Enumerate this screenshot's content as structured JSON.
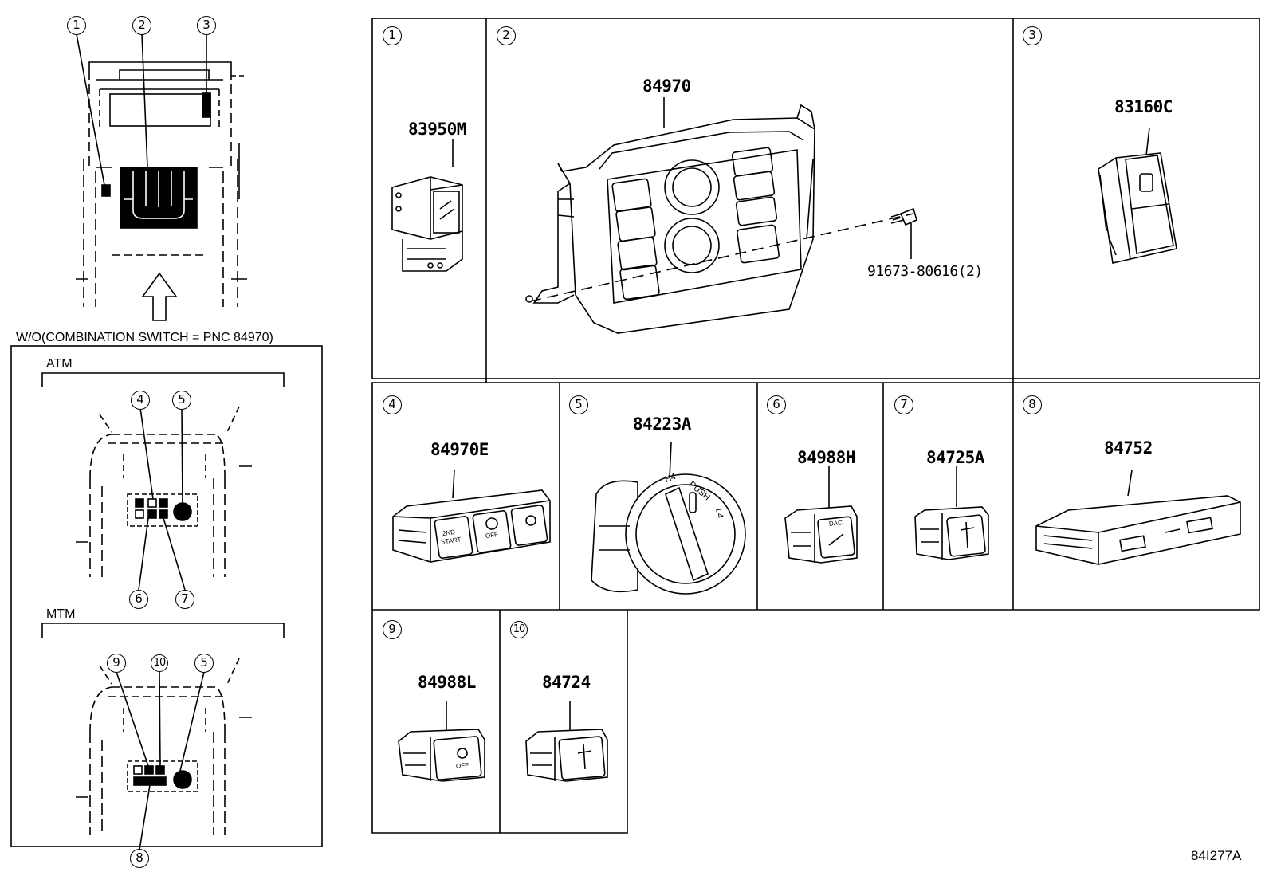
{
  "diagram_id": "84I277A",
  "overview": {
    "callouts": [
      "1",
      "2",
      "3"
    ],
    "caption": "W/O(COMBINATION SWITCH = PNC 84970)"
  },
  "variants": {
    "atm": {
      "label": "ATM",
      "callouts": [
        "4",
        "5",
        "6",
        "7"
      ]
    },
    "mtm": {
      "label": "MTM",
      "callouts": [
        "9",
        "10",
        "5",
        "8"
      ]
    }
  },
  "parts": [
    {
      "ref": "1",
      "part_no": "83950M"
    },
    {
      "ref": "2",
      "part_no": "84970",
      "extra_part_no": "91673-80616(2)"
    },
    {
      "ref": "3",
      "part_no": "83160C"
    },
    {
      "ref": "4",
      "part_no": "84970E"
    },
    {
      "ref": "5",
      "part_no": "84223A"
    },
    {
      "ref": "6",
      "part_no": "84988H"
    },
    {
      "ref": "7",
      "part_no": "84725A"
    },
    {
      "ref": "8",
      "part_no": "84752"
    },
    {
      "ref": "9",
      "part_no": "84988L"
    },
    {
      "ref": "10",
      "part_no": "84724"
    }
  ],
  "part_labels": {
    "p4": [
      "2ND",
      "START",
      "OFF"
    ],
    "p5": [
      "H4",
      "PUSH",
      "L4"
    ],
    "p6": [
      "DAC"
    ],
    "p9": [
      "OFF"
    ]
  }
}
